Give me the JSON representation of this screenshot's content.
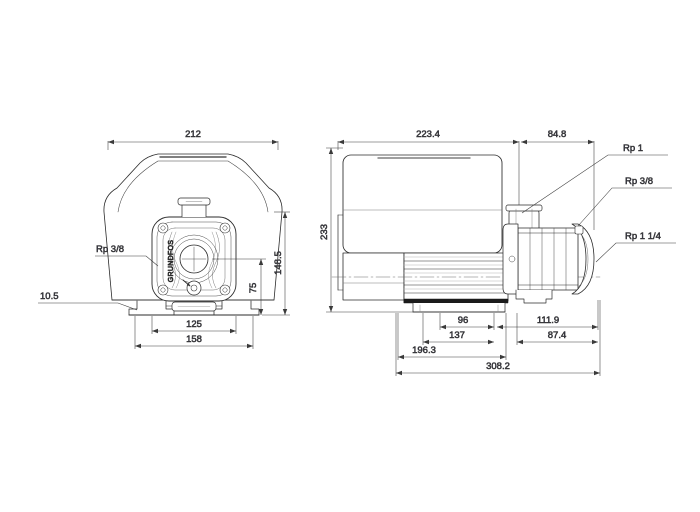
{
  "drawing": {
    "title": "Grundfos horizontal multistage pump dimensional drawing",
    "background": "#ffffff",
    "line_color": "#2b2b2b",
    "dim_line_color": "#3a3a3a",
    "text_color": "#2b2b46",
    "fin_color": "#d9d9d9",
    "views": [
      {
        "name": "front-view",
        "label": ""
      },
      {
        "name": "side-view",
        "label": ""
      }
    ]
  },
  "front_view": {
    "dimensions": {
      "overall_width": "212",
      "overall_height_shroud": "148.5",
      "shaft_height": "75",
      "foot_hole_spacing": "125",
      "base_width": "158"
    },
    "callouts": {
      "foot_thickness": "10.5",
      "port_small": "Rp 3/8"
    },
    "brand_text": "GRUNDFOS"
  },
  "side_view": {
    "dimensions": {
      "motor_length": "223.4",
      "pump_head_length": "84.8",
      "overall_height": "233",
      "foot_to_port_1": "96",
      "foot_span": "137",
      "port_to_end": "111.9",
      "end_detail": "87.4",
      "length_to_port": "196.3",
      "overall_length": "308.2"
    },
    "callouts": {
      "discharge_port": "Rp 1",
      "drain_port": "Rp 3/8",
      "suction_port": "Rp 1 1/4"
    }
  }
}
